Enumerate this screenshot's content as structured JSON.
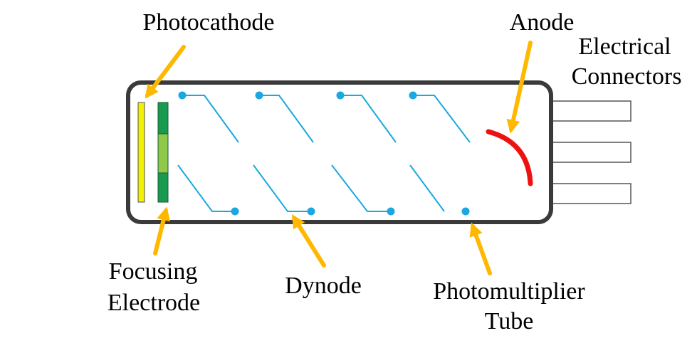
{
  "labels": {
    "photocathode": "Photocathode",
    "anode": "Anode",
    "electrical_connectors": [
      "Electrical",
      "Connectors"
    ],
    "focusing_electrode": [
      "Focusing",
      "Electrode"
    ],
    "dynode": "Dynode",
    "photomultiplier_tube": [
      "Photomultiplier",
      "Tube"
    ]
  },
  "colors": {
    "tube_outline": "#3a3a3a",
    "photocathode": "#f0f000",
    "focusing_electrode": "#1a9a50",
    "focusing_electrode_window": "#8fc84a",
    "dynode": "#1aa8e0",
    "anode": "#ee1111",
    "arrow": "#ffb800",
    "connector_outline": "#555555"
  },
  "icons": {
    "arrow": "orange-arrow-icon",
    "dynode_terminal": "blue-dot-icon"
  }
}
